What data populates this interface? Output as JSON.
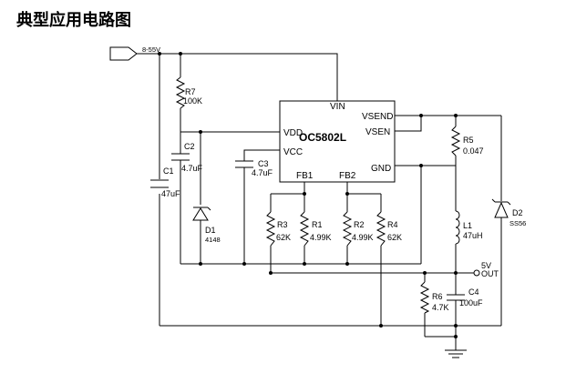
{
  "title": "典型应用电路图",
  "input": {
    "label": "8-55V"
  },
  "ic": {
    "name": "OC5802L",
    "pins": {
      "vin": "VIN",
      "vdd": "VDD",
      "vcc": "VCC",
      "fb1": "FB1",
      "fb2": "FB2",
      "vsend": "VSEND",
      "vsen": "VSEN",
      "gnd": "GND"
    }
  },
  "components": {
    "r7": {
      "ref": "R7",
      "value": "100K"
    },
    "c2": {
      "ref": "C2",
      "value": "4.7uF"
    },
    "c1": {
      "ref": "C1",
      "value": "47uF"
    },
    "c3": {
      "ref": "C3",
      "value": "4.7uF"
    },
    "d1": {
      "ref": "D1",
      "value": "4148"
    },
    "r3": {
      "ref": "R3",
      "value": "62K"
    },
    "r1": {
      "ref": "R1",
      "value": "4.99K"
    },
    "r2": {
      "ref": "R2",
      "value": "4.99K"
    },
    "r4": {
      "ref": "R4",
      "value": "62K"
    },
    "r5": {
      "ref": "R5",
      "value": "0.047"
    },
    "l1": {
      "ref": "L1",
      "value": "47uH"
    },
    "d2": {
      "ref": "D2",
      "value": "SS56"
    },
    "r6": {
      "ref": "R6",
      "value": "4.7K"
    },
    "c4": {
      "ref": "C4",
      "value": "100uF"
    }
  },
  "output": {
    "voltage": "5V",
    "label": "OUT"
  }
}
